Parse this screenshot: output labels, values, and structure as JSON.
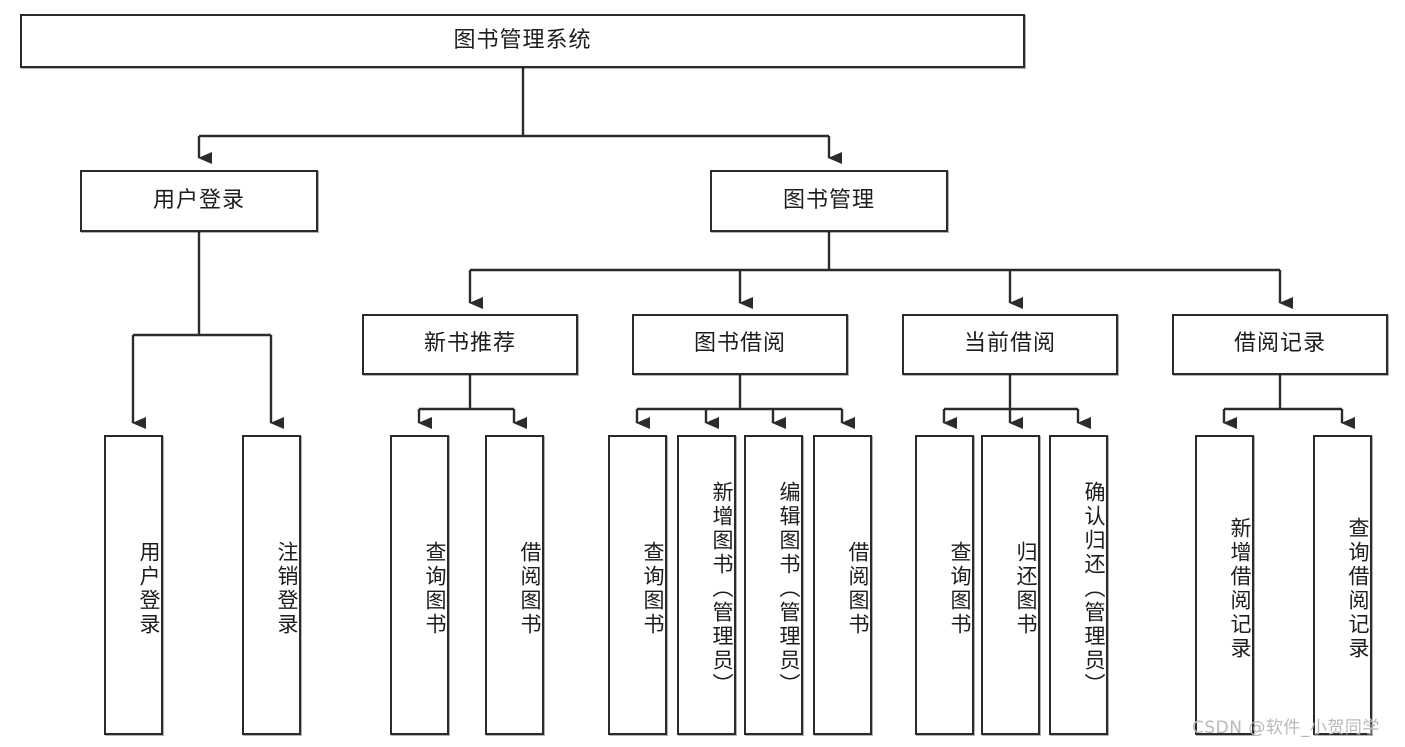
{
  "diagram": {
    "type": "tree",
    "title": "图书管理系统",
    "orientation": "top-down",
    "colors": {
      "box_border": "#2b2b2b",
      "box_fill": "#ffffff",
      "connector": "#2b2b2b",
      "text": "#1d1d1d",
      "watermark": "#b9b9b9",
      "background": "#ffffff"
    },
    "root": {
      "label": "图书管理系统"
    },
    "level2": [
      {
        "label": "用户登录"
      },
      {
        "label": "图书管理"
      }
    ],
    "level3": [
      {
        "label": "新书推荐"
      },
      {
        "label": "图书借阅"
      },
      {
        "label": "当前借阅"
      },
      {
        "label": "借阅记录"
      }
    ],
    "leaves": {
      "user_login": [
        {
          "label": "用户登录"
        },
        {
          "label": "注销登录"
        }
      ],
      "new_book_recommend": [
        {
          "label": "查询图书"
        },
        {
          "label": "借阅图书"
        }
      ],
      "book_borrow": [
        {
          "label": "查询图书"
        },
        {
          "label": "新增图书（管理员）"
        },
        {
          "label": "编辑图书（管理员）"
        },
        {
          "label": "借阅图书"
        }
      ],
      "current_borrow": [
        {
          "label": "查询图书"
        },
        {
          "label": "归还图书"
        },
        {
          "label": "确认归还（管理员）"
        }
      ],
      "borrow_record": [
        {
          "label": "新增借阅记录"
        },
        {
          "label": "查询借阅记录"
        }
      ]
    }
  },
  "watermark": {
    "text": "CSDN @软件_小贺同学"
  }
}
